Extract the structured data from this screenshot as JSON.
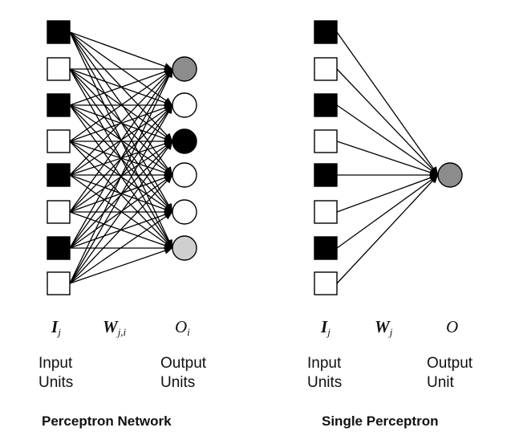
{
  "network": {
    "inputs": [
      "black",
      "white",
      "black",
      "white",
      "black",
      "white",
      "black",
      "white"
    ],
    "outputs": [
      "gray",
      "white",
      "black",
      "white",
      "white",
      "lightgray"
    ],
    "labels": {
      "input_symbol": "I",
      "input_sub": "j",
      "weight_symbol": "W",
      "weight_sub": "j,i",
      "output_symbol": "O",
      "output_sub": "i",
      "input_line1": "Input",
      "input_line2": "Units",
      "output_line1": "Output",
      "output_line2": "Units"
    },
    "caption": "Perceptron Network"
  },
  "single": {
    "inputs": [
      "black",
      "white",
      "black",
      "white",
      "black",
      "white",
      "black",
      "white"
    ],
    "output": "gray",
    "labels": {
      "input_symbol": "I",
      "input_sub": "j",
      "weight_symbol": "W",
      "weight_sub": "j",
      "output_symbol": "O",
      "input_line1": "Input",
      "input_line2": "Units",
      "output_line1": "Output",
      "output_line2": "Unit"
    },
    "caption": "Single Perceptron"
  },
  "colors": {
    "black": "#000000",
    "white": "#ffffff",
    "gray": "#8c8c8c",
    "lightgray": "#cfcfcf",
    "stroke": "#000000"
  }
}
